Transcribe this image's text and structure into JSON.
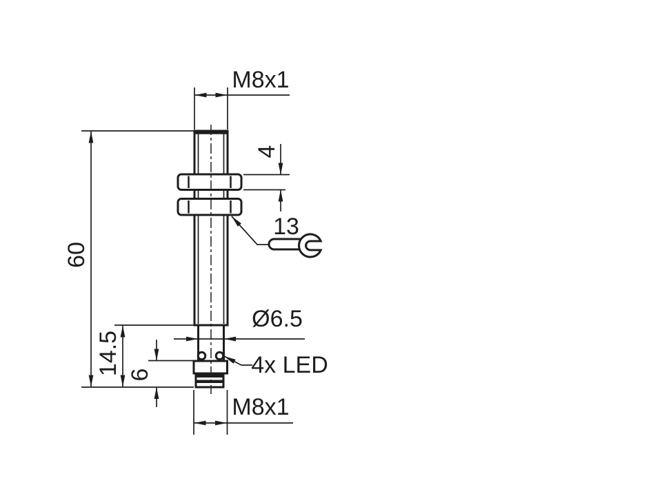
{
  "drawing": {
    "type": "technical-dimension-drawing",
    "subject": "M8 cylindrical sensor, side view",
    "colors": {
      "line": "#1d1d1d",
      "background": "#ffffff"
    },
    "labels": {
      "thread_top": "M8x1",
      "nut_height": "4",
      "wrench_size": "13",
      "overall_length": "60",
      "tip_diameter": "Ø6.5",
      "rear_length": "14.5",
      "connector_length": "6",
      "led": "4x LED",
      "thread_bottom": "M8x1"
    },
    "icons": {
      "wrench": "open-end-wrench-icon"
    }
  }
}
